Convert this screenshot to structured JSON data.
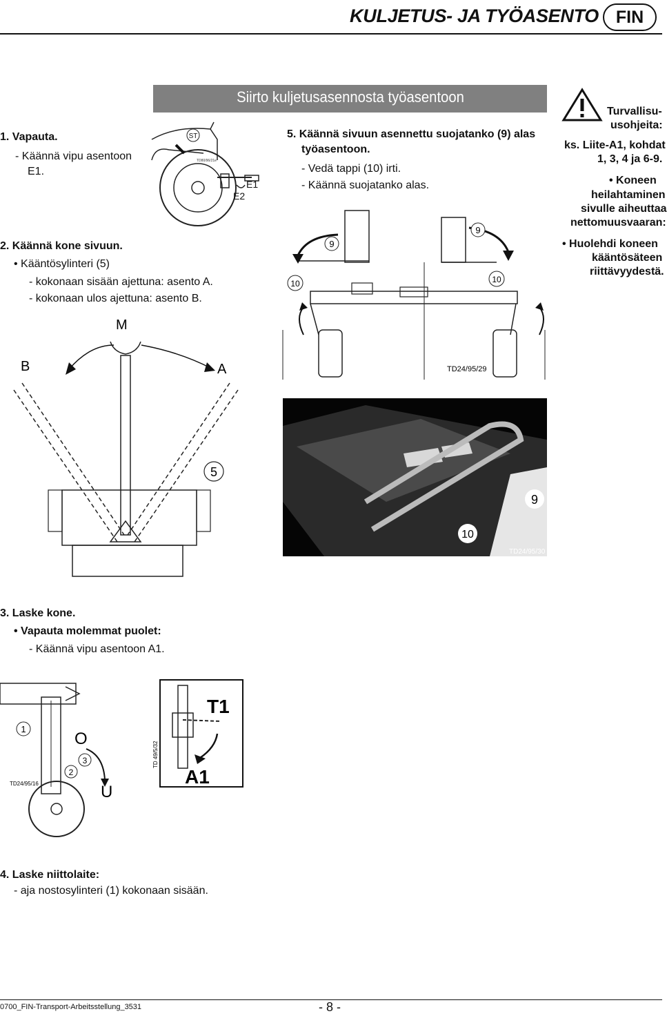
{
  "header": {
    "title": "KULJETUS- JA TYÖASENTO",
    "lang_badge": "FIN"
  },
  "section_title": "Siirto kuljetusasennosta työasentoon",
  "steps": {
    "s1": {
      "heading": "1. Vapauta.",
      "line1": "- Käännä vipu asentoon",
      "line2": "E1."
    },
    "s2": {
      "heading": "2. Käännä kone sivuun.",
      "bullet": "• Kääntösylinteri (5)",
      "sub1": "- kokonaan sisään ajettuna: asento A.",
      "sub2": "- kokonaan ulos ajettuna: asento B."
    },
    "s3": {
      "heading": "3. Laske kone.",
      "bullet": "• Vapauta molemmat puolet:",
      "sub1": "- Käännä vipu asentoon A1."
    },
    "s4": {
      "heading": "4. Laske niittolaite:",
      "sub1": "- aja nostosylinteri (1) kokonaan sisään."
    },
    "s5": {
      "heading1": "5. Käännä sivuun asennettu suojatanko (9) alas",
      "heading2": "työasentoon.",
      "sub1": "- Vedä tappi (10) irti.",
      "sub2": "- Käännä suojatanko alas."
    }
  },
  "safety": {
    "title1": "Turvallisu-",
    "title2": "usohjeita:",
    "ref1": "ks. Liite-A1, kohdat",
    "ref2": "1, 3, 4 ja 6-9.",
    "b1_1": "• Koneen",
    "b1_2": "heilahtaminen",
    "b1_3": "sivulle aiheuttaa",
    "b1_4": "nettomuusvaaran:",
    "b2_1": "• Huolehdi koneen",
    "b2_2": "kääntösäteen",
    "b2_3": "riittävyydestä."
  },
  "figures": {
    "tractor": {
      "label_st": "ST",
      "code": "TD80/96/21e",
      "label_e1": "E1",
      "label_e2": "E2"
    },
    "guard": {
      "label_9": "9",
      "label_10": "10",
      "code": "TD24/95/29"
    },
    "swing": {
      "label_m": "M",
      "label_a": "A",
      "label_b": "B",
      "label_5": "5"
    },
    "photo": {
      "label_9": "9",
      "label_10": "10",
      "code": "TD24/95/30"
    },
    "lift": {
      "label_1": "1",
      "label_2": "2",
      "label_3": "3",
      "label_o": "O",
      "label_u": "U",
      "code": "TD24/95/16"
    },
    "valve": {
      "label_t1": "T1",
      "label_a1": "A1",
      "code": "TD 49/5/32"
    }
  },
  "footer": {
    "left": "0700_FIN-Transport-Arbeitsstellung_3531",
    "page": "- 8 -"
  }
}
